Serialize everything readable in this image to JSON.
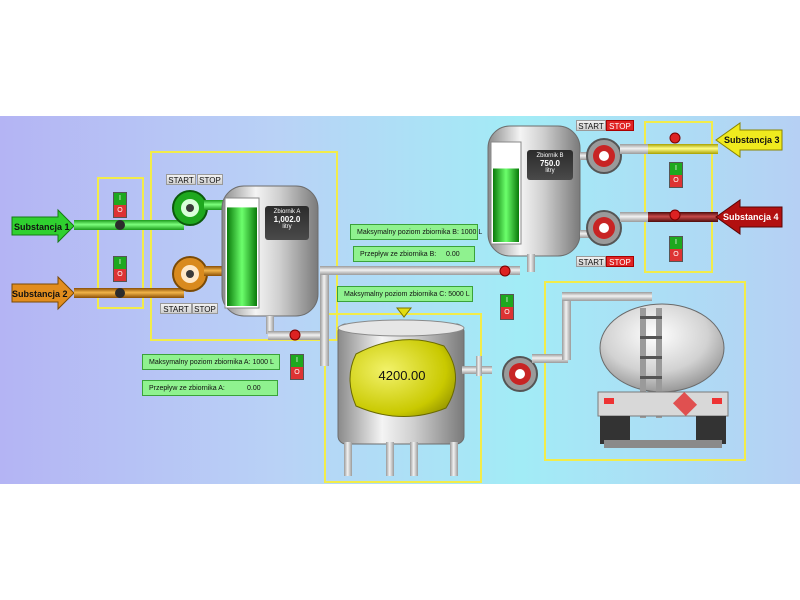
{
  "substances": {
    "s1": "Substancja 1",
    "s2": "Substancja 2",
    "s3": "Substancja 3",
    "s4": "Substancja 4"
  },
  "pump_controls": {
    "start": "START",
    "stop": "STOP"
  },
  "switch_labels": {
    "on": "I",
    "off": "O"
  },
  "tank_a": {
    "name": "Zbiornik A",
    "value": "1,002.0",
    "unit": "litry",
    "fill_fraction": 0.93,
    "max_label": "Maksymalny poziom zbiornika A: 1000 L",
    "flow_label": "Przepływ ze zbiornika A:",
    "flow_value": "0.00"
  },
  "tank_b": {
    "name": "Zbiornik B",
    "value": "750.0",
    "unit": "litry",
    "fill_fraction": 0.75,
    "max_label": "Maksymalny poziom zbiornika B: 1000 L",
    "flow_label": "Przepływ ze zbiornika B:",
    "flow_value": "0.00"
  },
  "tank_c": {
    "max_label": "Maksymalny poziom zbiornika C: 5000 L",
    "value": "4200.00",
    "fill_fraction": 0.84
  },
  "colors": {
    "substance_1": "#33cc33",
    "substance_2": "#d98a1e",
    "substance_3": "#e8e82a",
    "substance_4": "#9b1a1a",
    "tank_c_liquid": "#d8d810",
    "info_panel": "#8ff28f",
    "frame": "#f2ec4a",
    "stop_button": "#e02424"
  },
  "icons": [
    "arrow-icon",
    "pump-icon",
    "valve-icon",
    "switch-icon",
    "tank-icon",
    "tanker-truck-icon"
  ]
}
